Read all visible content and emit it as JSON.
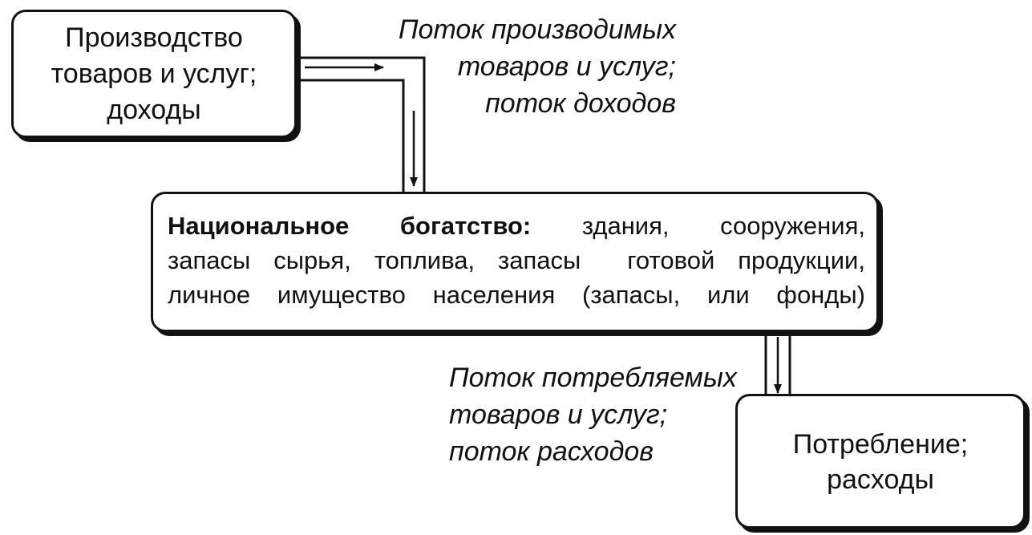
{
  "nodes": {
    "production": {
      "lines": [
        "Производство",
        "товаров и услуг;",
        "доходы"
      ]
    },
    "wealth": {
      "heading": "Национальное богатство:",
      "line1_rest": "здания, сооружения,",
      "line2": "запасы сырья, топлива, запасы  готовой продукции,",
      "line3": "личное имущество населения (запасы, или фонды)"
    },
    "consumption": {
      "lines": [
        "Потребление;",
        "расходы"
      ]
    }
  },
  "edges": {
    "production_to_wealth": {
      "lines": [
        "Поток производимых",
        "товаров и услуг;",
        "поток доходов"
      ]
    },
    "wealth_to_consumption": {
      "lines": [
        "Поток потребляемых",
        "товаров и услуг;",
        "поток расходов"
      ]
    }
  }
}
